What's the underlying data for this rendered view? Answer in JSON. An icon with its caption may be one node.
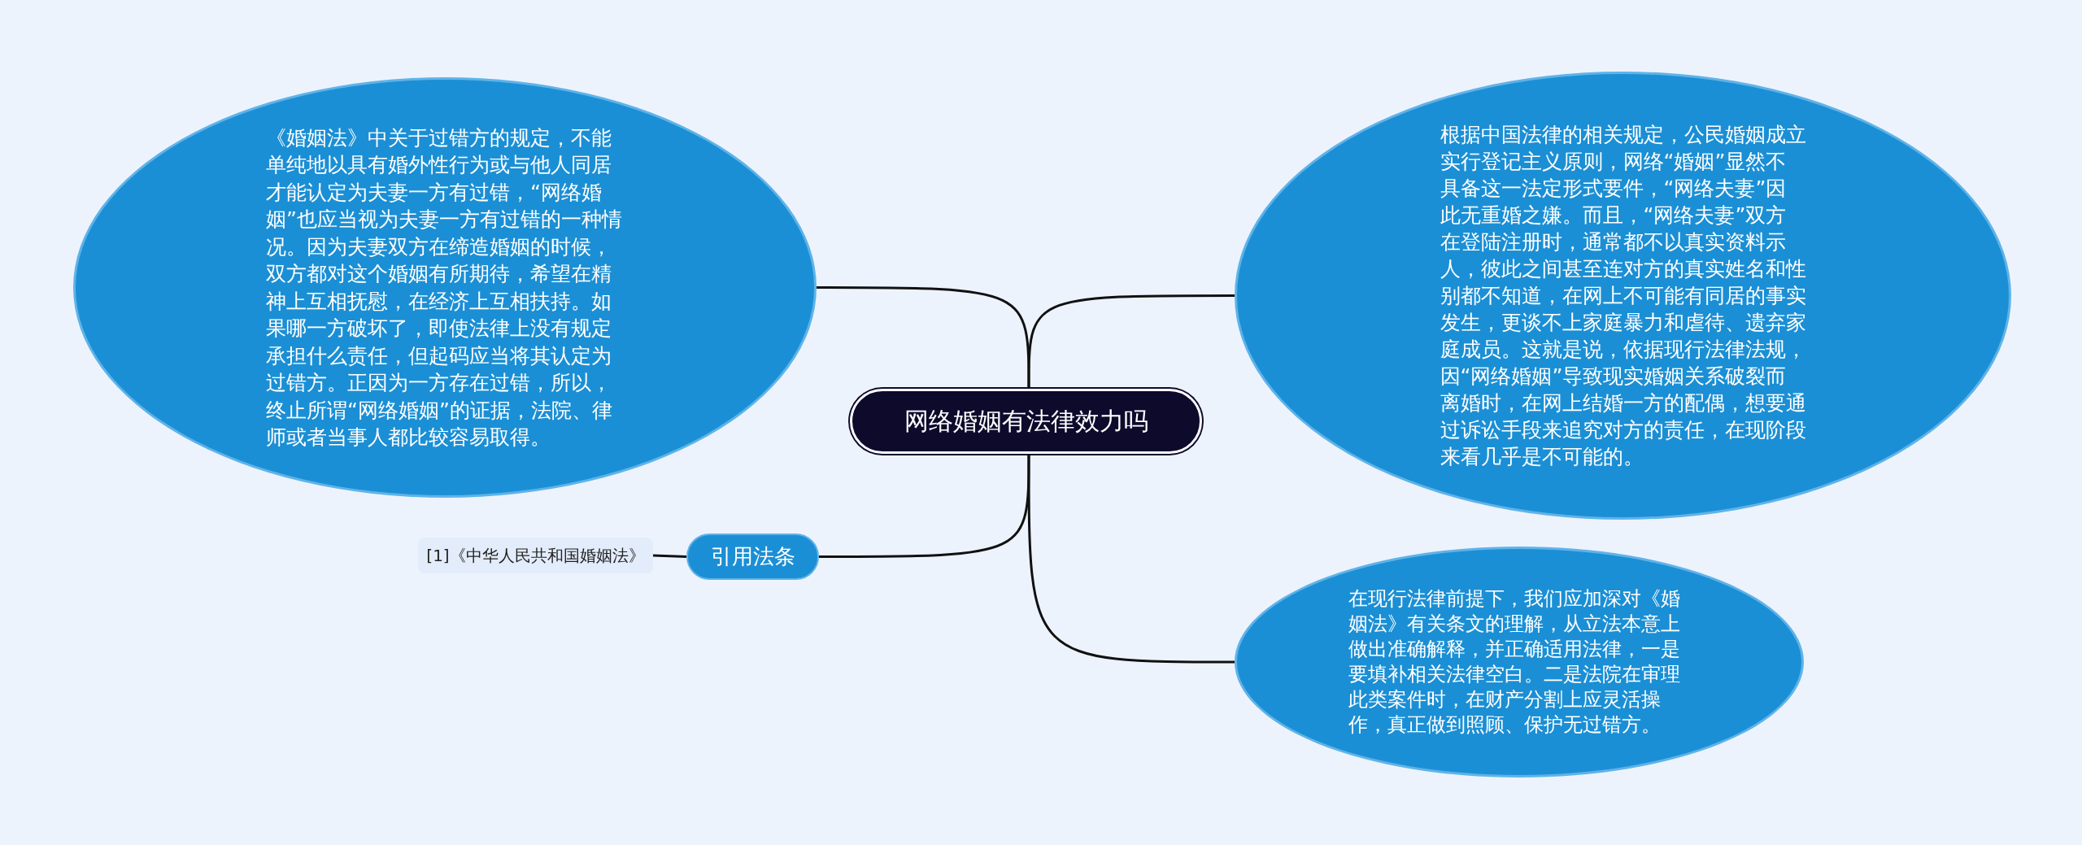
{
  "diagram": {
    "nodes": [
      {
        "text": [
          "网络婚姻有法律效力吗"
        ]
      },
      {
        "text": [
          "《婚姻法》中关于过错方的规定，不能单纯地以具有婚外性行为或与他人同居才能认定为夫妻一方有过错，“网络婚姻”也应当视为夫妻一方有过错的一种情况。因为夫妻双方在缔造婚姻的时候，双方都对这个婚姻有所期待，希望在精神上互相抚慰，在经济上互相扶持。如果哪一方破坏了，即使法律上没有规定承担什么责任，但起码应当将其认定为过错方。正因为一方存在过错，所以，终止所谓“网络婚姻”的证据，法院、律师或者当事人都比较容易取得。"
        ]
      },
      {
        "text": [
          "引用法条"
        ]
      },
      {
        "text": [
          "[1]《中华人民共和国婚姻法》"
        ]
      },
      {
        "text": [
          "根据中国法律的相关规定，公民婚姻成立实行登记主义原则，网络“婚姻”显然不具备这一法定形式要件，“网络夫妻”因此无重婚之嫌。而且，“网络夫妻”双方在登陆注册时，通常都不以真实资料示人，彼此之间甚至连对方的真实姓名和性别都不知道，在网上不可能有同居的事实发生，更谈不上家庭暴力和虐待、遗弃家庭成员。这就是说，依据现行法律法规，因“网络婚姻”导致现实婚姻关系破裂而离婚时，在网上结婚一方的配偶，想要通过诉讼手段来追究对方的责任，在现阶段来看几乎是不可能的。"
        ]
      },
      {
        "text": [
          "在现行法律前提下，我们应加深对《婚姻法》有关条文的理解，从立法本意上做出准确解释，并正确适用法律，一是要填补相关法律空白。二是法院在审理此类案件时，在财产分割上应灵活操作，真正做到照顾、保护无过错方。"
        ]
      }
    ],
    "edges": [
      {
        "from": 0,
        "to": 1,
        "arrow": "none"
      },
      {
        "from": 0,
        "to": 2,
        "arrow": "none"
      },
      {
        "from": 2,
        "to": 3,
        "arrow": "none"
      },
      {
        "from": 0,
        "to": 4,
        "arrow": "none"
      },
      {
        "from": 0,
        "to": 5,
        "arrow": "none"
      }
    ]
  }
}
